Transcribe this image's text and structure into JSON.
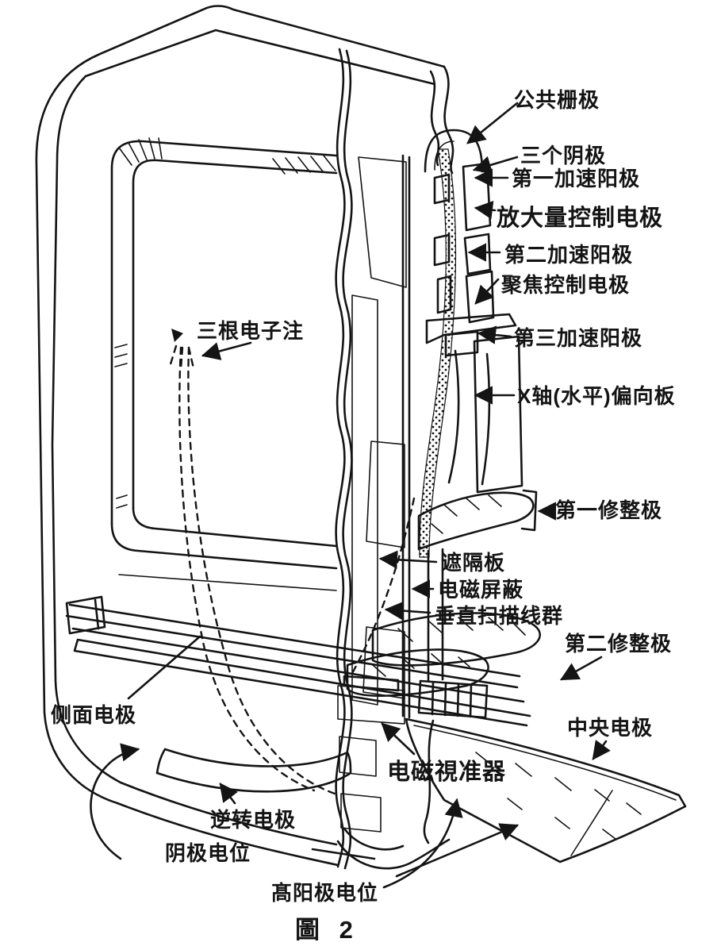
{
  "colors": {
    "paper": "#ffffff",
    "ink": "#141414"
  },
  "figure": {
    "caption": "圖 2"
  },
  "labels": {
    "common_grid": "公共栅极",
    "three_cathodes": "三个阴极",
    "first_accelerating_anode": "第一加速阳极",
    "amplification_control_electrode": "放大量控制电极",
    "second_accelerating_anode": "第二加速阳极",
    "focus_control_electrode": "聚焦控制电极",
    "third_accelerating_anode": "第三加速阳极",
    "x_axis_horizontal_deflection_plate": "X轴(水平)偏向板",
    "first_trimming_electrode": "第一修整极",
    "baffle_plate": "遮隔板",
    "electromagnetic_shield": "电磁屏蔽",
    "vertical_scanning_wire_group": "垂直扫描线群",
    "second_trimming_electrode": "第二修整极",
    "central_electrode": "中央电极",
    "three_electron_beams": "三根电子注",
    "side_electrode": "侧面电极",
    "electromagnetic_collimator": "电磁視准器",
    "reversing_electrode": "逆转电极",
    "cathode_potential": "阴极电位",
    "high_anode_potential": "髙阳极电位"
  }
}
